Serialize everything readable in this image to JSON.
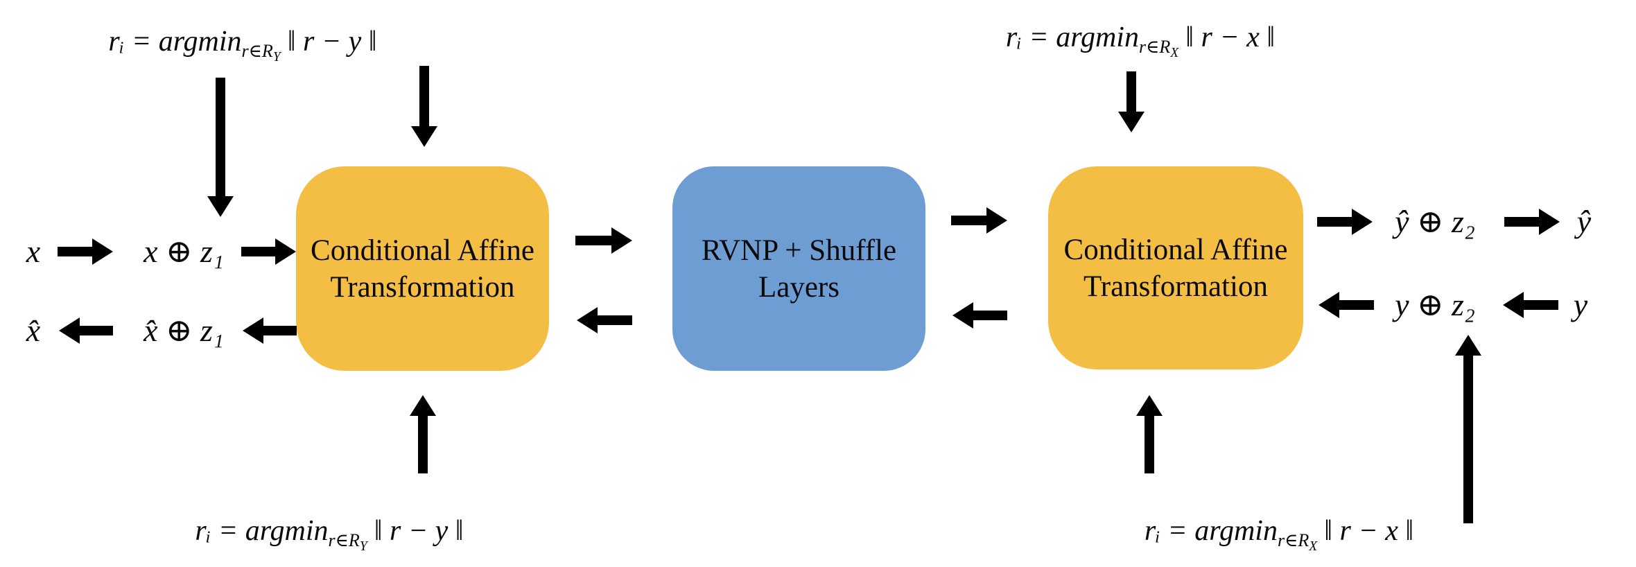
{
  "colors": {
    "box_orange": "#F4BD44",
    "box_blue": "#6D9DD3",
    "arrow_black": "#000000",
    "background": "#FFFFFF"
  },
  "boxes": {
    "left": {
      "label": "Conditional Affine Transformation"
    },
    "middle": {
      "label": "RVNP + Shuffle Layers"
    },
    "right": {
      "label": "Conditional Affine Transformation"
    }
  },
  "formulas": {
    "top_left": {
      "p1": "rᵢ = argmin",
      "p2": "r∈R",
      "p3": "Y",
      "p4": "‖ r − y ‖"
    },
    "top_right": {
      "p1": "rᵢ = argmin",
      "p2": "r∈R",
      "p3": "X",
      "p4": "‖ r − x ‖"
    },
    "bottom_left": {
      "p1": "rᵢ = argmin",
      "p2": "r∈R",
      "p3": "Y",
      "p4": "‖ r − y ‖"
    },
    "bottom_right": {
      "p1": "rᵢ = argmin",
      "p2": "r∈R",
      "p3": "X",
      "p4": "‖ r − x ‖"
    }
  },
  "labels": {
    "x_in": "x",
    "x_xor": "x ⊕ z₁",
    "xhat_out": "x̂",
    "xhat_xor": "x̂ ⊕ z₁",
    "yhat_xor": "ŷ ⊕ z₂",
    "yhat_out": "ŷ",
    "y_xor": "y ⊕ z₂",
    "y_in": "y"
  }
}
